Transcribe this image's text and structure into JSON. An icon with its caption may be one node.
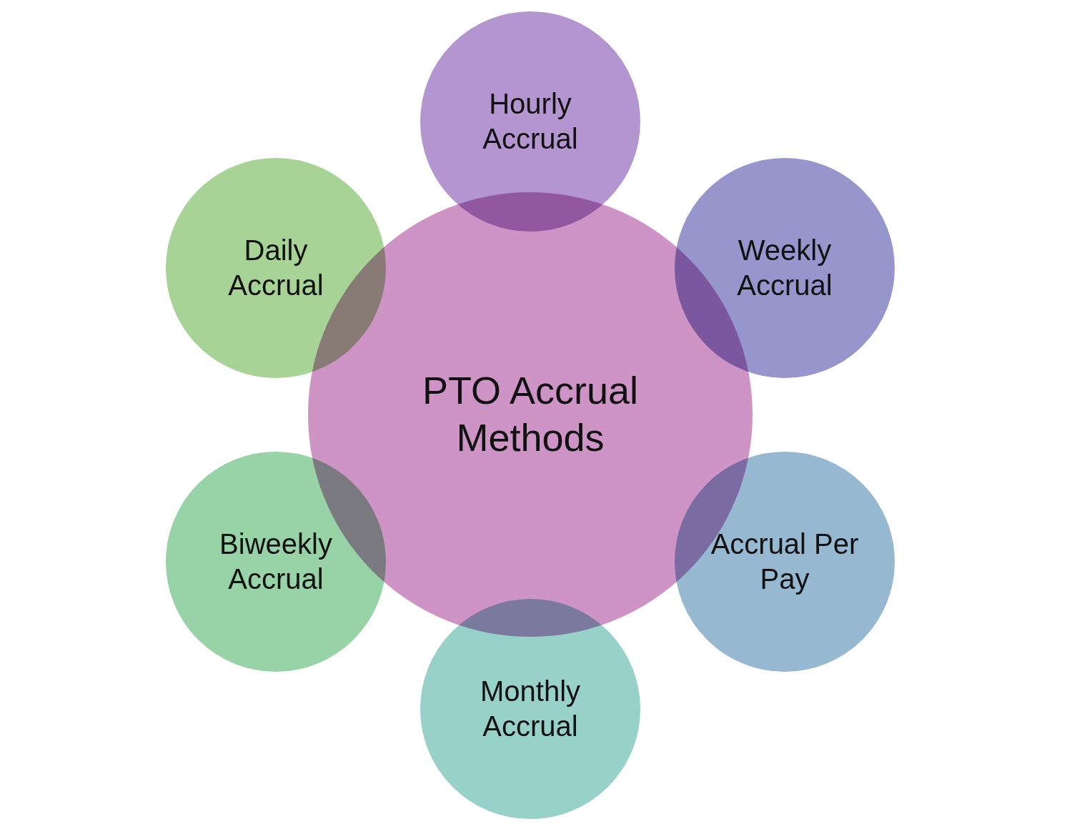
{
  "diagram": {
    "nodes": [
      {
        "text": [
          "Hourly Accrual"
        ]
      },
      {
        "text": [
          "Daily Accrual"
        ]
      },
      {
        "text": [
          "Weekly Accrual"
        ]
      },
      {
        "text": [
          "PTO Accrual Methods"
        ]
      },
      {
        "text": [
          "Biweekly Accrual"
        ]
      },
      {
        "text": [
          "Accrual Per Pay"
        ]
      },
      {
        "text": [
          "Monthly Accrual"
        ]
      }
    ]
  }
}
